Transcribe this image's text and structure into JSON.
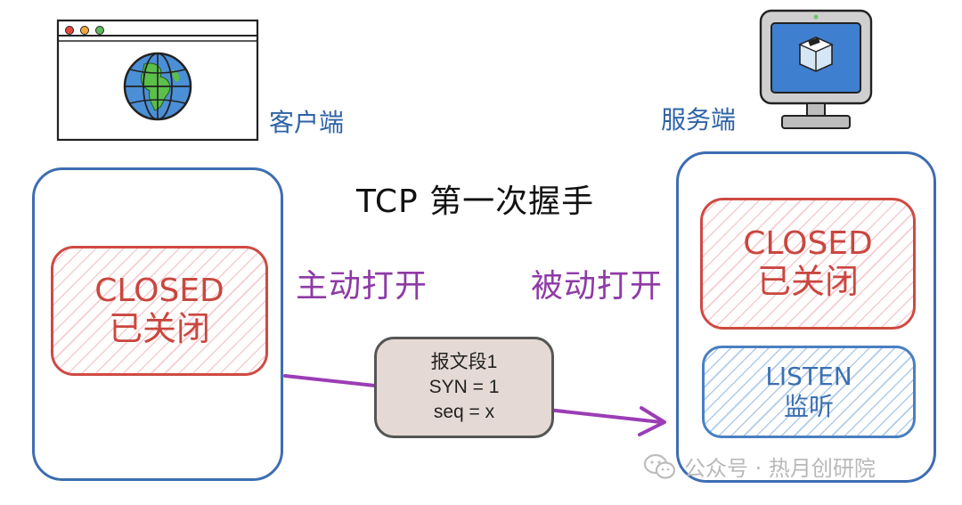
{
  "title": "TCP 第一次握手",
  "client": {
    "label": "客户端",
    "state": {
      "line1": "CLOSED",
      "line2": "已关闭"
    },
    "action": "主动打开"
  },
  "server": {
    "label": "服务端",
    "state": {
      "line1": "CLOSED",
      "line2": "已关闭"
    },
    "listen": {
      "line1": "LISTEN",
      "line2": "监听"
    },
    "action": "被动打开"
  },
  "segment": {
    "line1": "报文段1",
    "line2": "SYN = 1",
    "line3": "seq = x"
  },
  "watermark": {
    "text": "公众号 · 热月创研院",
    "icon": "wechat-icon"
  },
  "colors": {
    "box_border": "#3d6db2",
    "closed_border": "#cf4a43",
    "listen_border": "#4a7fc1",
    "action_text": "#8e3aa6",
    "arrow": "#9b3db5",
    "label_text": "#2f63a6"
  }
}
